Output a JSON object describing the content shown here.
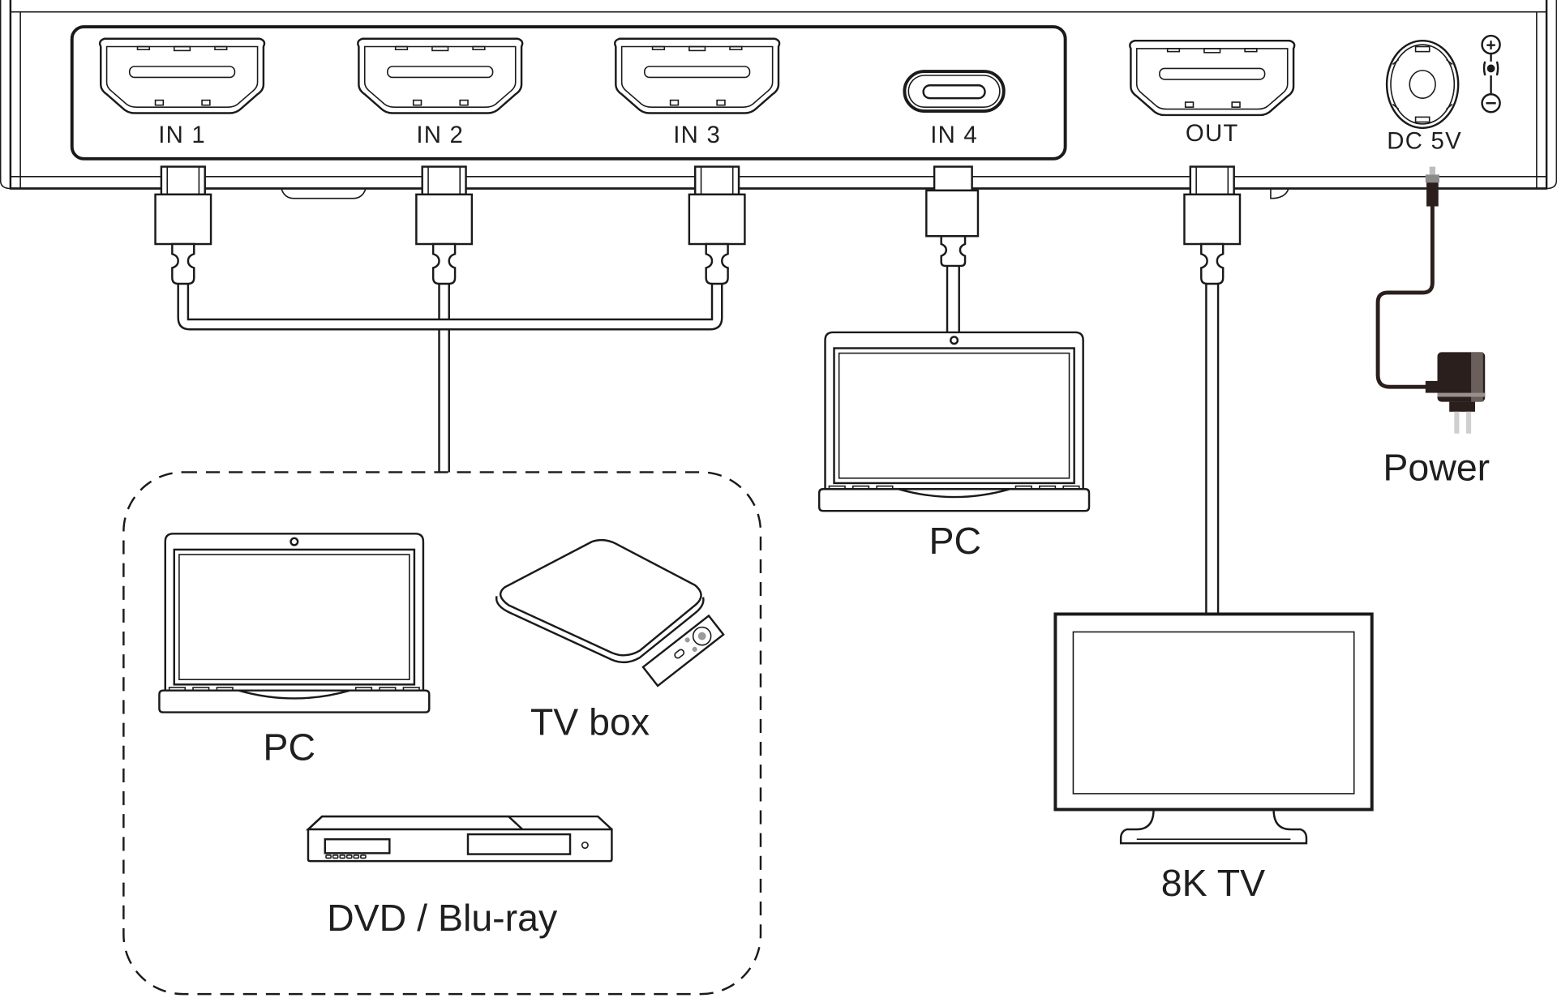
{
  "device": {
    "ports": [
      {
        "id": "in1",
        "label": "IN 1",
        "type": "HDMI"
      },
      {
        "id": "in2",
        "label": "IN 2",
        "type": "HDMI"
      },
      {
        "id": "in3",
        "label": "IN 3",
        "type": "HDMI"
      },
      {
        "id": "in4",
        "label": "IN 4",
        "type": "USB-C"
      },
      {
        "id": "out",
        "label": "OUT",
        "type": "HDMI"
      },
      {
        "id": "dc",
        "label": "DC 5V",
        "type": "DC power jack"
      }
    ],
    "polarity": {
      "plus": "+",
      "minus": "−"
    }
  },
  "sources_group": {
    "devices": [
      {
        "label": "PC",
        "icon": "laptop-icon"
      },
      {
        "label": "TV box",
        "icon": "tv-box-icon"
      },
      {
        "label": "DVD / Blu-ray",
        "icon": "dvd-player-icon"
      }
    ],
    "connected_to": [
      "IN 1",
      "IN 2",
      "IN 3"
    ]
  },
  "usbc_source": {
    "label": "PC",
    "icon": "laptop-icon",
    "connected_to": "IN 4"
  },
  "display": {
    "label": "8K TV",
    "icon": "tv-icon",
    "connected_to": "OUT"
  },
  "power": {
    "label": "Power",
    "icon": "power-adapter-icon",
    "connected_to": "DC 5V"
  },
  "colors": {
    "line": "#1a1a1a",
    "background": "#ffffff",
    "adapter": "#2a1f1c"
  }
}
